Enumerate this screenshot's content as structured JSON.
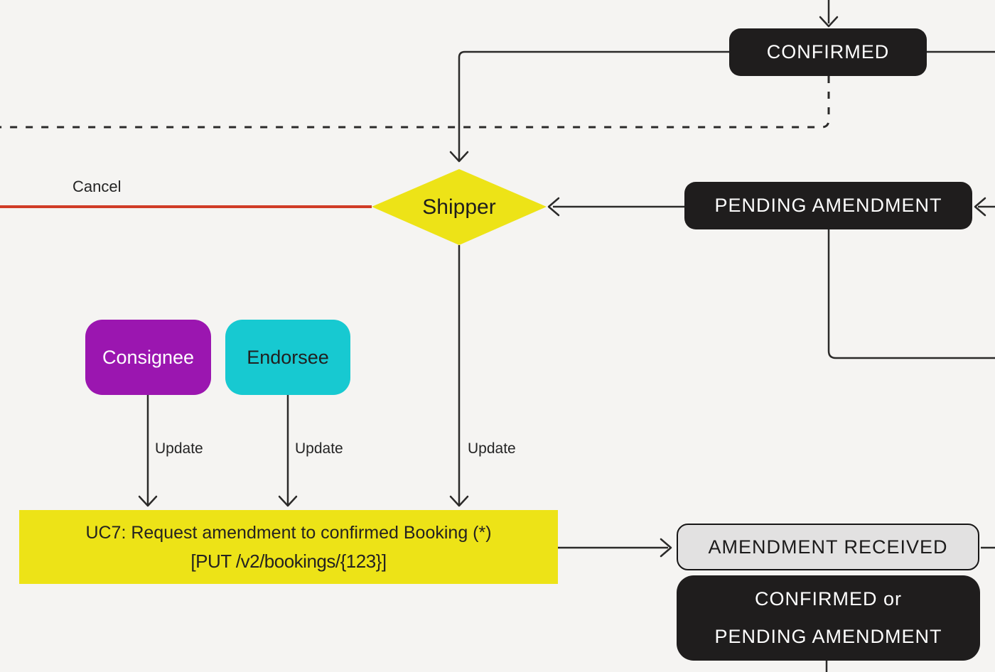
{
  "nodes": {
    "confirmed": {
      "label": "CONFIRMED"
    },
    "pending_amendment": {
      "label": "PENDING AMENDMENT"
    },
    "shipper": {
      "label": "Shipper"
    },
    "consignee": {
      "label": "Consignee"
    },
    "endorsee": {
      "label": "Endorsee"
    },
    "uc7": {
      "line1": "UC7: Request amendment to confirmed Booking (*)",
      "line2": "[PUT /v2/bookings/{123}]"
    },
    "amendment_received": {
      "label": "AMENDMENT RECEIVED"
    },
    "confirmed_or_pending": {
      "line1": "CONFIRMED or",
      "line2": "PENDING AMENDMENT"
    }
  },
  "edge_labels": {
    "cancel": "Cancel",
    "update_consignee": "Update",
    "update_endorsee": "Update",
    "update_shipper": "Update"
  },
  "colors": {
    "background": "#f5f4f2",
    "state_black": "#1f1d1d",
    "decision_yellow": "#ede317",
    "consignee_purple": "#9b16b0",
    "endorsee_cyan": "#17c9d1",
    "received_gray": "#e2e1e1",
    "cancel_red": "#d03c27",
    "line_dark": "#2b2a29"
  }
}
